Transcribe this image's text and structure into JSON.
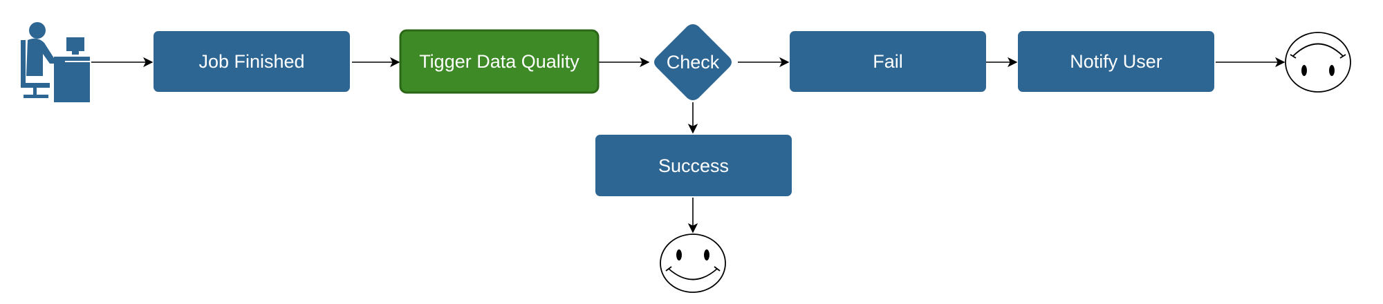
{
  "nodes": {
    "job_finished": "Job Finished",
    "trigger_dq": "Tigger Data Quality",
    "check": "Check",
    "fail": "Fail",
    "notify_user": "Notify User",
    "success": "Success"
  },
  "icons": {
    "start": "user-at-desk-icon",
    "end_fail": "frown-face-icon",
    "end_success": "smiley-face-icon"
  },
  "colors": {
    "process_fill": "#2e6693",
    "highlight_fill": "#3d8a26",
    "highlight_stroke": "#2c6718",
    "arrow": "#000000"
  }
}
